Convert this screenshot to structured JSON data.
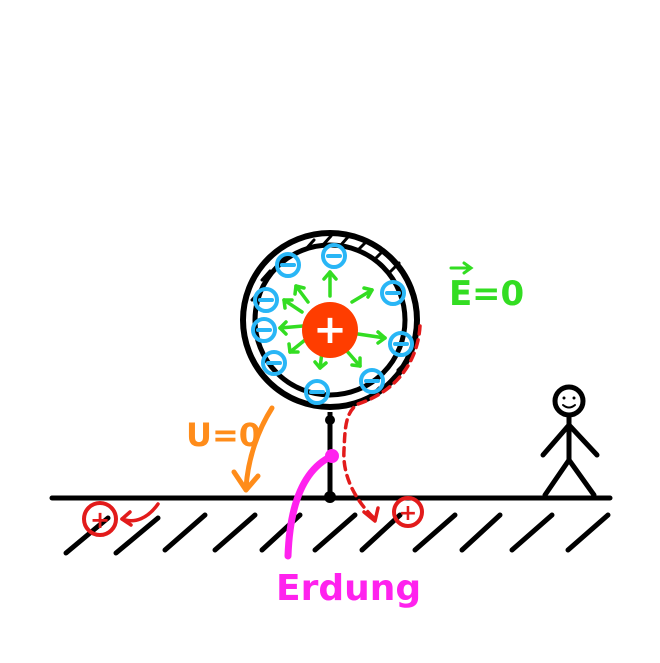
{
  "labels": {
    "field_vector_symbol": "E",
    "field_equation": "=0",
    "potential": "U=0",
    "grounding": "Erdung"
  },
  "charges": {
    "center_sign": "+",
    "induced_sign": "−",
    "ground_sign": "+"
  },
  "colors": {
    "outline": "#000000",
    "center_charge": "#ff3d00",
    "induced_charge": "#29b6f6",
    "field_arrows": "#33dd22",
    "potential_label": "#ff8c1a",
    "grounding_wire": "#ff22ee",
    "positive_flow": "#e21b1b"
  },
  "icons": {
    "person": "stick-figure-icon",
    "arrow_vector": "vector-arrow-icon"
  }
}
